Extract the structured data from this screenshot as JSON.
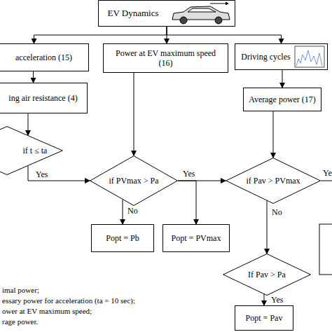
{
  "diagram": {
    "nodes": [
      {
        "text": [
          "EV Dynamics"
        ]
      },
      {
        "text": [
          "acceleration (15)"
        ]
      },
      {
        "text": [
          "Power at EV maximum speed (16)"
        ]
      },
      {
        "text": [
          "Driving cycles"
        ]
      },
      {
        "text": [
          "ing air resistance (4)"
        ]
      },
      {
        "text": [
          "Average power (17)"
        ]
      },
      {
        "text": [
          "if t ≤ ta"
        ]
      },
      {
        "text": [
          "if PVmax > Pa"
        ]
      },
      {
        "text": [
          "if Pav > PVmax"
        ]
      },
      {
        "text": [
          "Popt = Pb"
        ]
      },
      {
        "text": [
          "Popt = PVmax"
        ]
      },
      {
        "text": [
          "If Pav > Pa"
        ]
      },
      {
        "text": [
          "Popt = Pav"
        ]
      }
    ],
    "edges": [
      {
        "from": 0,
        "to": 1,
        "arrow": "to"
      },
      {
        "from": 0,
        "to": 2,
        "arrow": "to"
      },
      {
        "from": 0,
        "to": 3,
        "arrow": "to"
      },
      {
        "from": 1,
        "to": 4,
        "arrow": "to"
      },
      {
        "from": 3,
        "to": 5,
        "arrow": "to"
      },
      {
        "from": 4,
        "to": 6,
        "arrow": "to"
      },
      {
        "from": 6,
        "to": 7,
        "label": "Yes",
        "arrow": "to"
      },
      {
        "from": 2,
        "to": 7,
        "arrow": "to"
      },
      {
        "from": 7,
        "to": 8,
        "label": "Yes",
        "arrow": "to"
      },
      {
        "from": 5,
        "to": 8,
        "arrow": "to"
      },
      {
        "from": 7,
        "to": 9,
        "label": "No",
        "arrow": "to"
      },
      {
        "from": 7,
        "to": 10,
        "arrow": "to"
      },
      {
        "from": 8,
        "to": 11,
        "label": "No",
        "arrow": "to"
      },
      {
        "from": 11,
        "to": 12,
        "label": "Yes",
        "arrow": "to"
      }
    ],
    "labels": [
      "Ye",
      "imal power;",
      "essary power for acceleration (ta = 10 sec);",
      "ower at EV maximum speed;",
      "rage power."
    ]
  }
}
